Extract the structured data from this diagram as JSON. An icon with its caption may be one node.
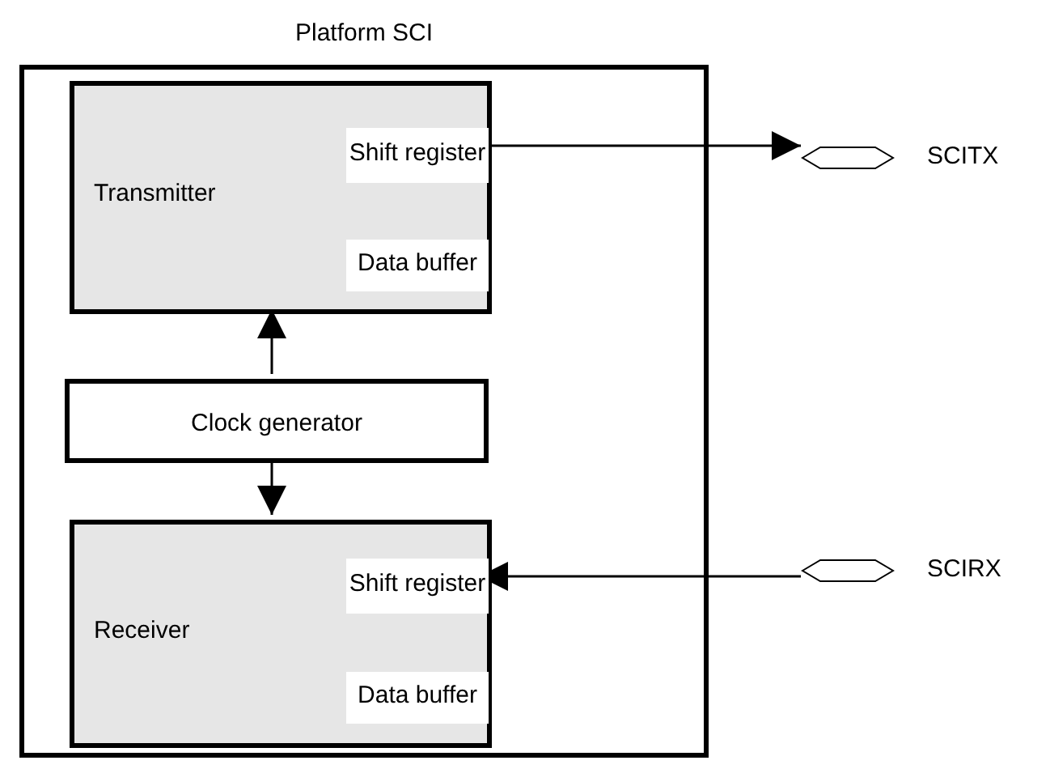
{
  "diagram": {
    "nodes": [
      {
        "text": [
          "Platform SCI"
        ]
      },
      {
        "text": [
          "Transmitter"
        ],
        "in": 0
      },
      {
        "text": [
          "Shift register"
        ],
        "in": 1
      },
      {
        "text": [
          "Data buffer"
        ],
        "in": 1
      },
      {
        "text": [
          "Clock generator"
        ],
        "in": 0
      },
      {
        "text": [
          "Receiver"
        ],
        "in": 0
      },
      {
        "text": [
          "Shift register"
        ],
        "in": 5
      },
      {
        "text": [
          "Data buffer"
        ],
        "in": 5
      },
      {
        "text": [],
        "shape": "hexagon",
        "beside": [
          "SCITX"
        ]
      },
      {
        "text": [],
        "shape": "hexagon",
        "beside": [
          "SCIRX"
        ]
      }
    ],
    "edges": [
      {
        "from": 2,
        "to": 8,
        "arrow": "to"
      },
      {
        "from": 9,
        "to": 6,
        "arrow": "to"
      },
      {
        "from": 4,
        "to": 1,
        "arrow": "to"
      },
      {
        "from": 4,
        "to": 5,
        "arrow": "to"
      }
    ]
  }
}
